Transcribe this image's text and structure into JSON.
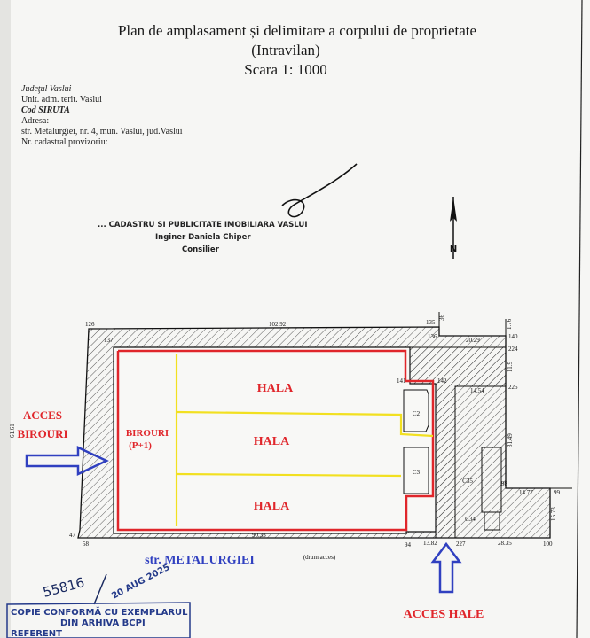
{
  "header": {
    "title": "Plan de amplasament și delimitare a corpului de proprietate",
    "subtitle": "(Intravilan)",
    "scale": "Scara 1: 1000"
  },
  "info": {
    "county": "Judeţul Vaslui",
    "uat": "Unit. adm. terit. Vaslui",
    "siruta": "Cod SIRUTA",
    "address_label": "Adresa:",
    "address": "str. Metalurgiei, nr. 4, mun. Vaslui, jud.Vaslui",
    "cadastral": "Nr. cadastral provizoriu:"
  },
  "signature_stamp": {
    "office": "... CADASTRU SI PUBLICITATE IMOBILIARA VASLUI",
    "name": "Inginer Daniela Chiper",
    "role": "Consilier"
  },
  "north": {
    "label": "N"
  },
  "plan": {
    "rooms": {
      "hala1": "HALA",
      "hala2": "HALA",
      "hala3": "HALA",
      "birouri": "BIROURI",
      "birouri_floors": "(P+1)",
      "c2": "C2",
      "c3": "C3",
      "c35": "C35",
      "c34": "C34"
    },
    "points": {
      "p126": "126",
      "p137": "137",
      "p135": "135",
      "p136": "136",
      "p140": "140",
      "p224": "224",
      "p141": "141",
      "p142": "142",
      "p225": "225",
      "p98": "98",
      "p99": "99",
      "p100": "100",
      "p227": "227",
      "p94": "94",
      "p58": "58",
      "p47": "47"
    },
    "distances": {
      "top": "102.92",
      "d36": "36",
      "d176": "1.76",
      "d2029": "20.29",
      "d119": "11.9",
      "d1454": "14.54",
      "d3149": "31.49",
      "d1477": "14.77",
      "d1573": "15.73",
      "d2835": "28.35",
      "d1382": "13.82",
      "d9033": "90.33",
      "d6161": "61.61"
    },
    "street": "str. METALURGIEI",
    "access_road": "(drum acces)",
    "access_offices": [
      "ACCES",
      "BIROURI"
    ],
    "access_halls": "ACCES  HALE"
  },
  "copy_stamp": {
    "number": "55816",
    "date": "20 AUG 2025",
    "line1": "COPIE CONFORMĂ CU EXEMPLARUL",
    "line2": "DIN ARHIVA BCPI",
    "line3": "REFERENT"
  },
  "colors": {
    "annotation_red": "#e0262b",
    "annotation_blue": "#3040c0",
    "division_yellow": "#f2e020"
  }
}
